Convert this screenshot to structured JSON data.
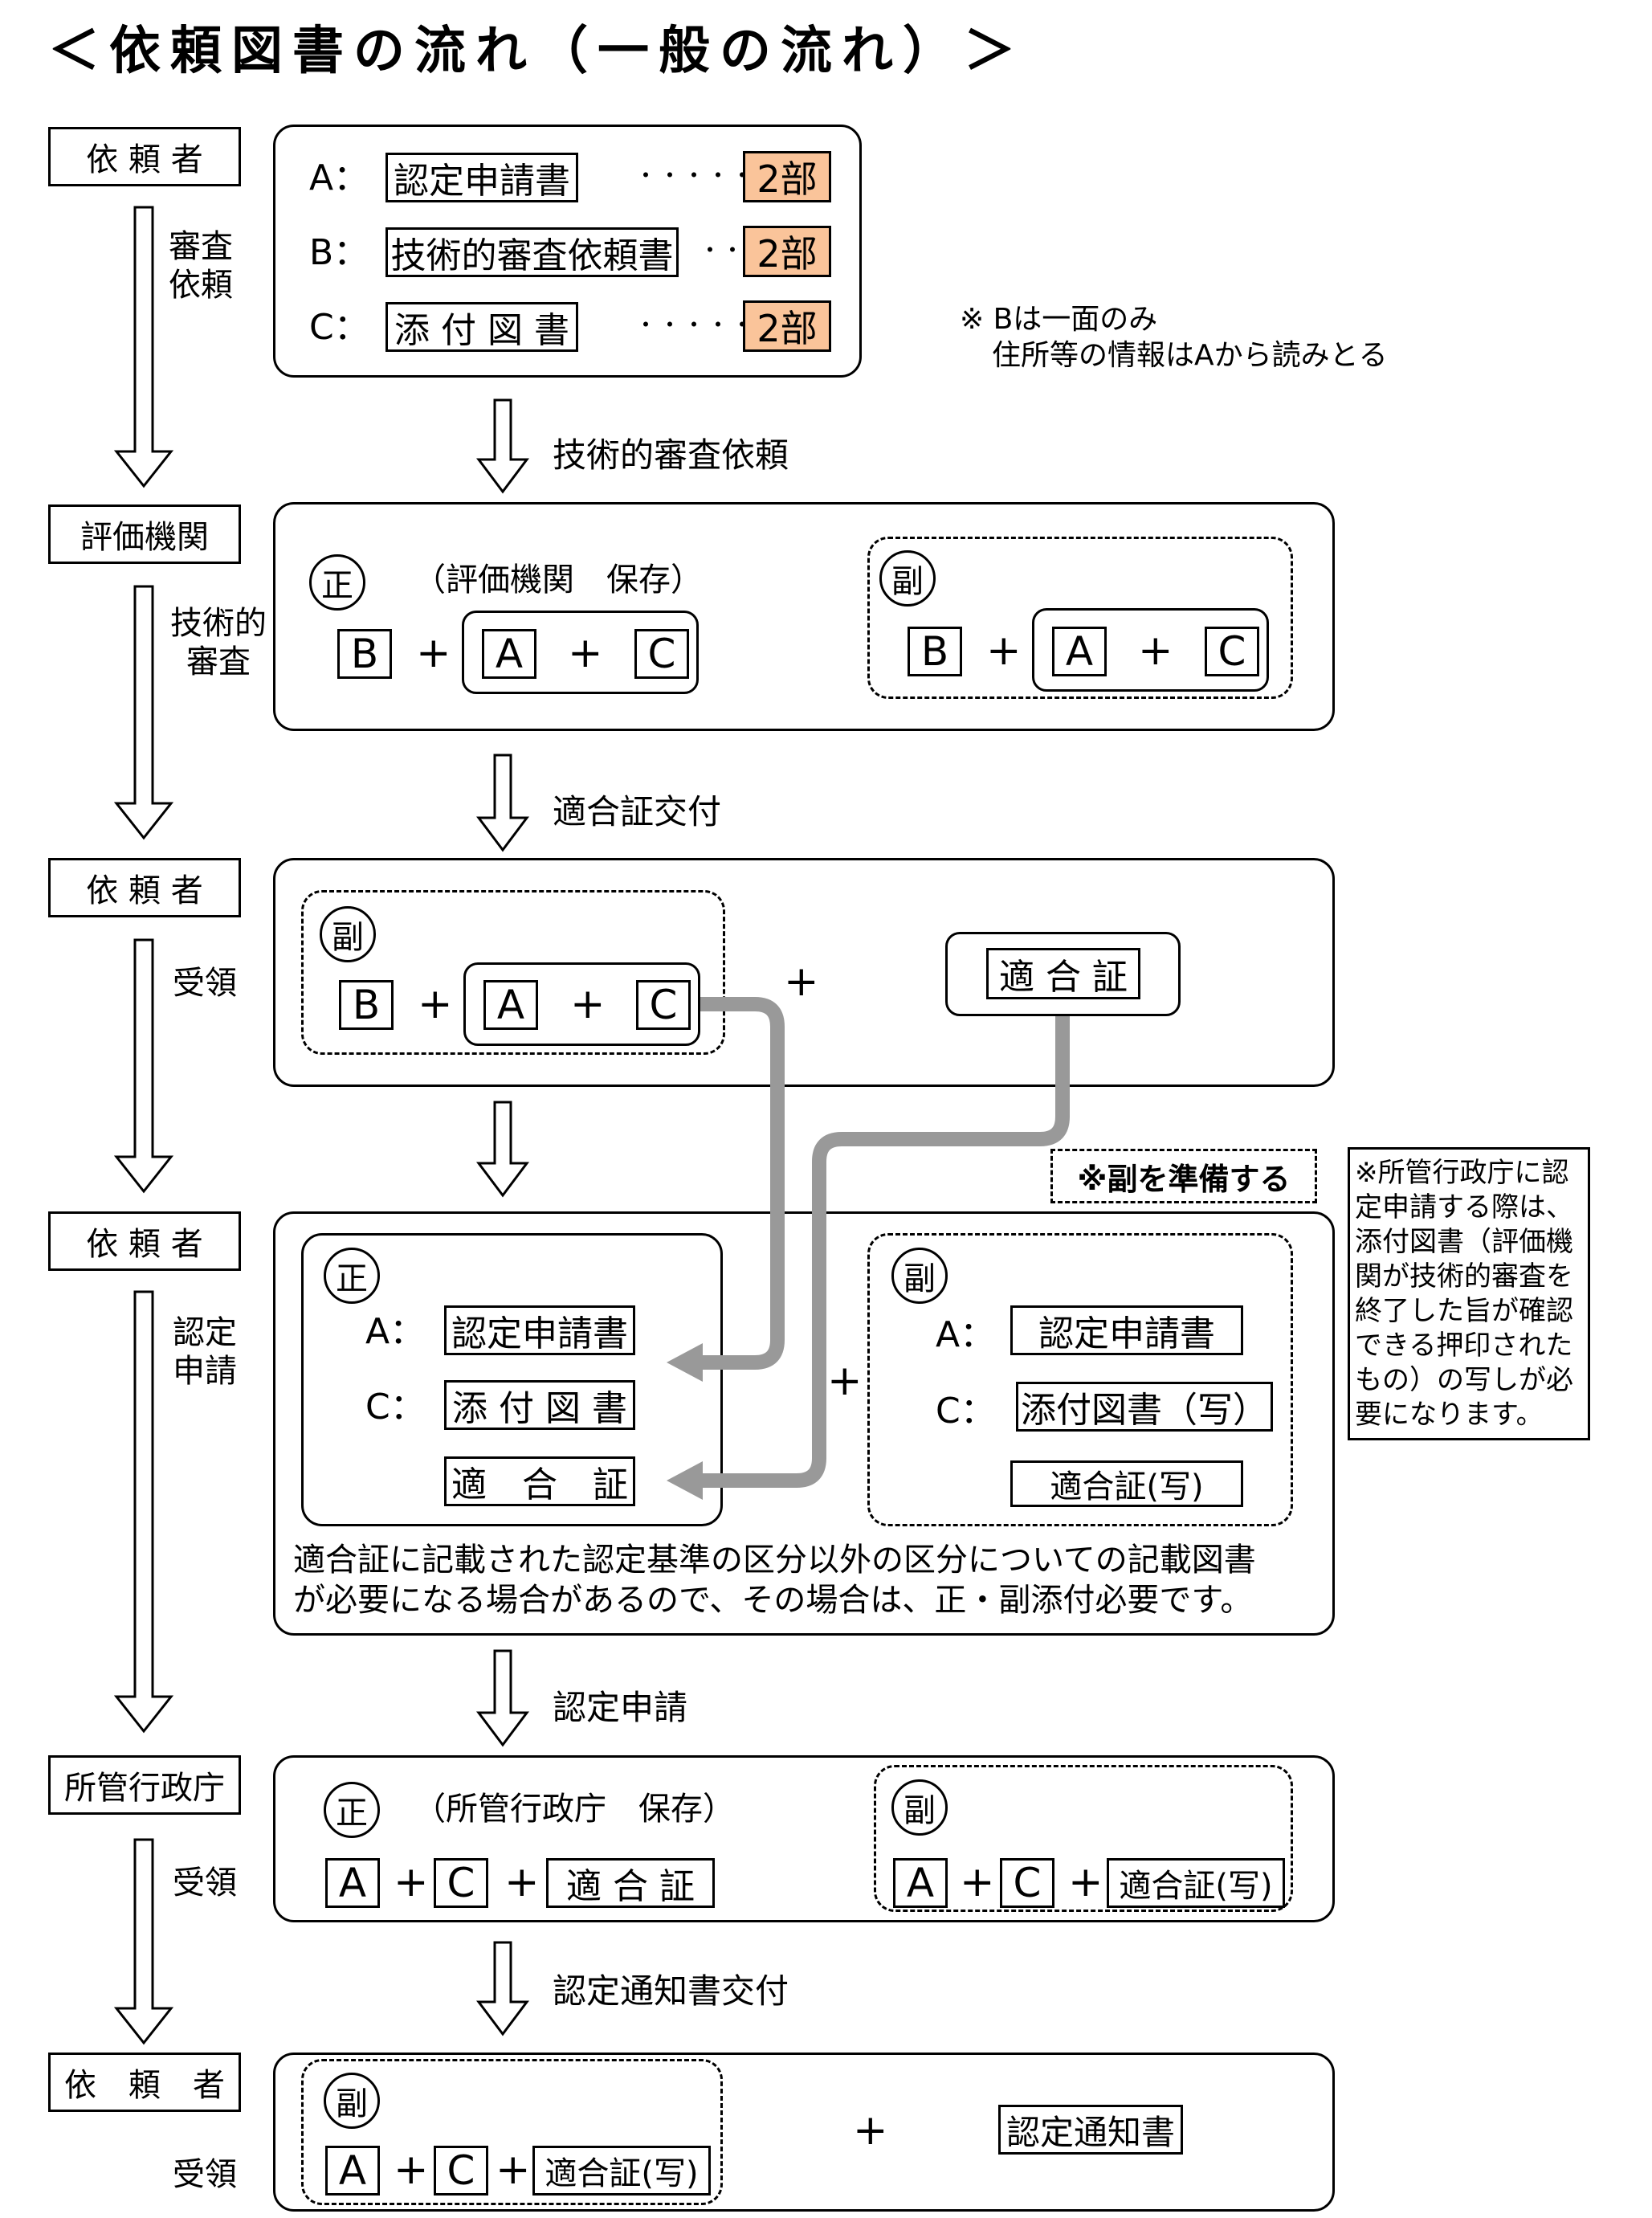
{
  "title": "＜依頼図書の流れ（一般の流れ）＞",
  "actors": {
    "a1": "依 頼 者",
    "a2": "評価機関",
    "a3": "依 頼 者",
    "a4": "依 頼 者",
    "a5": "所管行政庁",
    "a6": "依　頼　者"
  },
  "side_labels": {
    "s1_line1": "審査",
    "s1_line2": "依頼",
    "s2_line1": "技術的",
    "s2_line2": "審査",
    "s3": "受領",
    "s4_line1": "認定",
    "s4_line2": "申請",
    "s5": "受領",
    "s6": "受領"
  },
  "steps": {
    "st1": "技術的審査依頼",
    "st2": "適合証交付",
    "st4": "認定申請",
    "st5": "認定通知書交付"
  },
  "box1": {
    "a_prefix": "A：",
    "a_doc": "認定申請書",
    "a_dots": "・・・・・・",
    "a_copies": "2部",
    "b_prefix": "B：",
    "b_doc": "技術的審査依頼書",
    "b_dots": "・・",
    "b_copies": "2部",
    "c_prefix": "C：",
    "c_doc": "添 付 図 書",
    "c_dots": "・・・・・・",
    "c_copies": "2部"
  },
  "note1": {
    "line1": "※ Bは一面のみ",
    "line2": "住所等の情報はAから読みとる"
  },
  "letters": {
    "A": "A",
    "B": "B",
    "C": "C"
  },
  "plus": "+",
  "sei": "正",
  "fuku": "副",
  "box2": {
    "note": "（評価機関　保存）"
  },
  "box3": {
    "tekigo": "適 合 証"
  },
  "prepare_note": "※副を準備する",
  "side_note": [
    "※所管行政庁に認",
    "定申請する際は、",
    "添付図書（評価機",
    "関が技術的審査を",
    "終了した旨が確認",
    "できる押印された",
    "もの）の写しが必",
    "要になります。"
  ],
  "box4": {
    "sei_a_prefix": "A：",
    "sei_a_doc": "認定申請書",
    "sei_c_prefix": "C：",
    "sei_c_doc": "添 付 図 書",
    "sei_tekigo": "適　合　証",
    "fuku_a_prefix": "A：",
    "fuku_a_doc": "認定申請書",
    "fuku_c_prefix": "C：",
    "fuku_c_doc": "添付図書（写）",
    "fuku_tekigo": "適合証(写)",
    "bottom_line1": "適合証に記載された認定基準の区分以外の区分についての記載図書",
    "bottom_line2": "が必要になる場合があるので、その場合は、正・副添付必要です。"
  },
  "box5": {
    "note": "（所管行政庁　保存）",
    "tekigo": "適 合 証",
    "tekigo_copy": "適合証(写)"
  },
  "box6": {
    "tekigo_copy": "適合証(写)",
    "notice": "認定通知書"
  },
  "colors": {
    "copies_fill": "#fac49a",
    "connector": "#999999"
  }
}
